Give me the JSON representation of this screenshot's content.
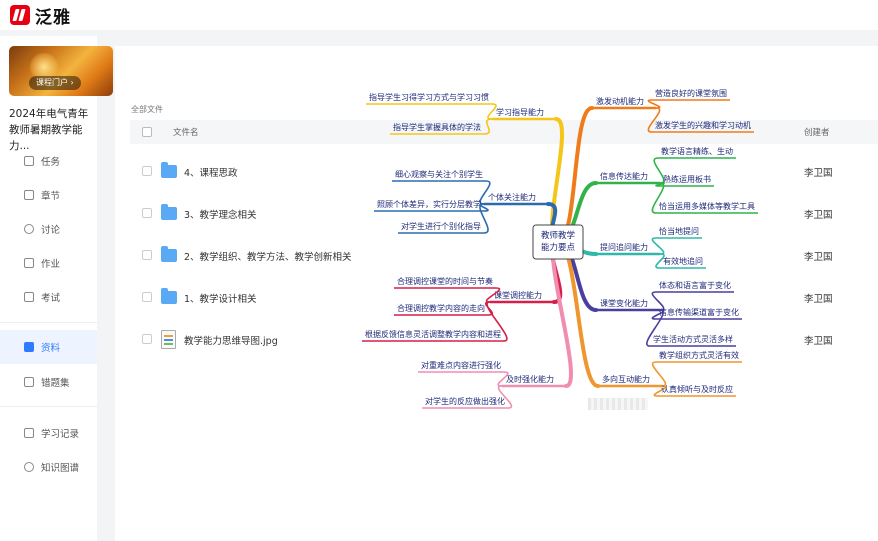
{
  "app": {
    "name": "泛雅"
  },
  "course": {
    "cover_button": "课程门户 ›",
    "title": "2024年电气青年教师暑期教学能力..."
  },
  "sidebar": {
    "items": [
      {
        "label": "任务",
        "icon": "grid-icon"
      },
      {
        "label": "章节",
        "icon": "chapter-icon"
      },
      {
        "label": "讨论",
        "icon": "discussion-icon"
      },
      {
        "label": "作业",
        "icon": "homework-icon"
      },
      {
        "label": "考试",
        "icon": "exam-icon"
      },
      {
        "label": "资料",
        "icon": "folder-icon",
        "active": true
      },
      {
        "label": "错题集",
        "icon": "mistakes-icon"
      },
      {
        "label": "学习记录",
        "icon": "record-icon"
      },
      {
        "label": "知识图谱",
        "icon": "knowledge-graph-icon"
      }
    ]
  },
  "files": {
    "breadcrumb": "全部文件",
    "header": {
      "name": "文件名",
      "creator": "创建者"
    },
    "rows": [
      {
        "name": "4、课程思政",
        "type": "folder",
        "creator": "李卫国"
      },
      {
        "name": "3、教学理念相关",
        "type": "folder",
        "creator": "李卫国"
      },
      {
        "name": "2、教学组织、教学方法、教学创新相关",
        "type": "folder",
        "creator": "李卫国"
      },
      {
        "name": "1、教学设计相关",
        "type": "folder",
        "creator": "李卫国"
      },
      {
        "name": "教学能力思维导图.jpg",
        "type": "image",
        "creator": "李卫国"
      }
    ]
  },
  "mindmap": {
    "center": [
      "教师教学",
      "能力要点"
    ],
    "branches": [
      {
        "name": "学习指导能力",
        "color": "#f5c518",
        "items": [
          "指导学生习得学习方式与学习习惯",
          "指导学生掌握具体的学法"
        ]
      },
      {
        "name": "个体关注能力",
        "color": "#2b6cb0",
        "items": [
          "细心观察与关注个别学生",
          "照顾个体差异，实行分层教学",
          "对学生进行个别化指导"
        ]
      },
      {
        "name": "课堂调控能力",
        "color": "#d61f4a",
        "items": [
          "合理调控课堂的时间与节奏",
          "合理调控教学内容的走向",
          "根据反馈信息灵活调整教学内容和进程"
        ]
      },
      {
        "name": "及时强化能力",
        "color": "#f08db0",
        "items": [
          "对重难点内容进行强化",
          "对学生的反应做出强化"
        ]
      },
      {
        "name": "激发动机能力",
        "color": "#f07b1a",
        "items": [
          "营造良好的课堂氛围",
          "激发学生的兴趣和学习动机"
        ]
      },
      {
        "name": "信息传达能力",
        "color": "#2fb34a",
        "items": [
          "教学语言精练、生动",
          "熟练运用板书",
          "恰当运用多媒体等教学工具"
        ]
      },
      {
        "name": "提问追问能力",
        "color": "#2fb8a8",
        "items": [
          "恰当地提问",
          "有效地追问"
        ]
      },
      {
        "name": "课堂变化能力",
        "color": "#4b3f9e",
        "items": [
          "体态和语言富于变化",
          "信息传输渠道富于变化",
          "学生活动方式灵活多样"
        ]
      },
      {
        "name": "多向互动能力",
        "color": "#f0962e",
        "items": [
          "教学组织方式灵活有效",
          "认真倾听与及时反应"
        ]
      }
    ]
  }
}
